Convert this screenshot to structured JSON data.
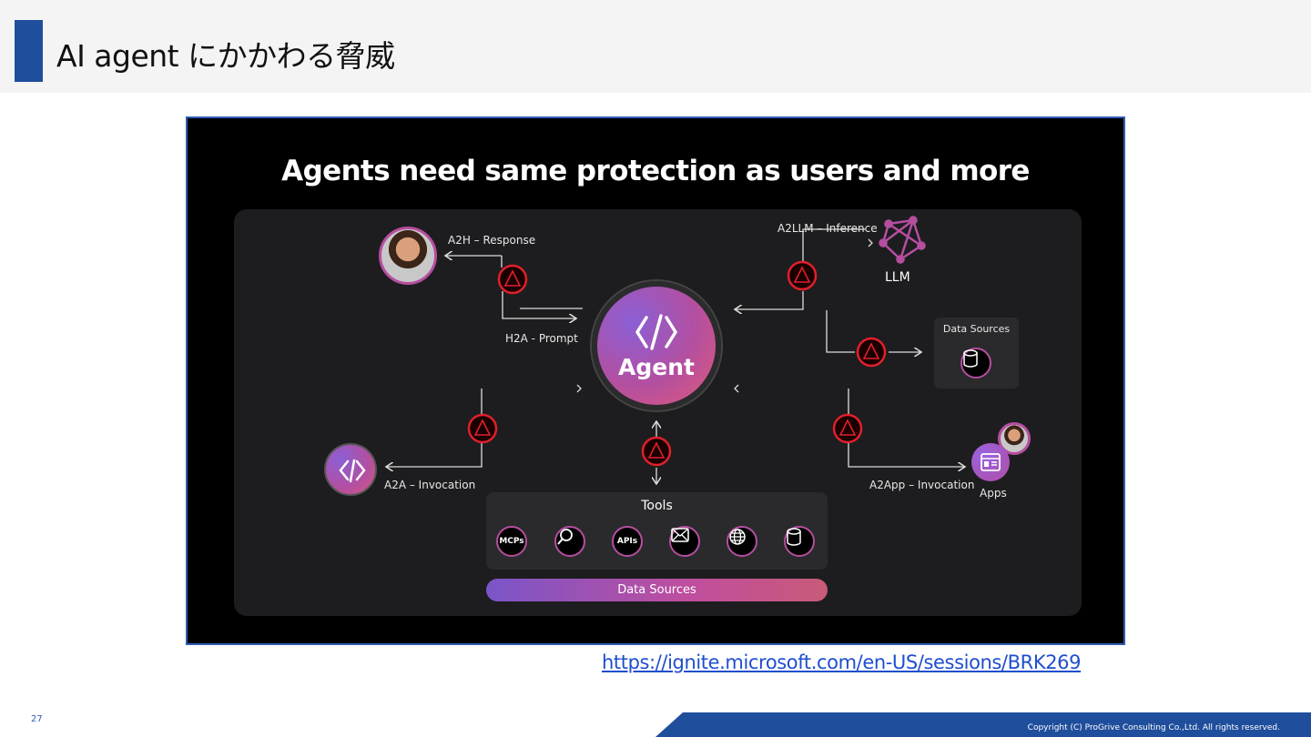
{
  "header": {
    "title": "AI agent にかかわる脅威"
  },
  "slide": {
    "title": "Agents need same protection as users and more",
    "agent_label": "Agent",
    "labels": {
      "a2h": "A2H – Response",
      "h2a": "H2A - Prompt",
      "a2llm": "A2LLM – Inference",
      "llm": "LLM",
      "data_sources_box": "Data Sources",
      "a2a": "A2A – Invocation",
      "a2app": "A2App – Invocation",
      "apps": "Apps",
      "tools": "Tools",
      "data_sources_bar": "Data Sources"
    },
    "tools": [
      "MCPs",
      "search",
      "APIs",
      "mail",
      "web",
      "database"
    ]
  },
  "link": "https://ignite.microsoft.com/en-US/sessions/BRK269",
  "footer": {
    "page_number": "27",
    "copyright": "Copyright (C) ProGrive Consulting Co.,Ltd. All rights reserved."
  },
  "colors": {
    "accent": "#1f4e9c",
    "warning": "#e0202a",
    "gradient_start": "#7a55c8",
    "gradient_end": "#d95a80"
  }
}
